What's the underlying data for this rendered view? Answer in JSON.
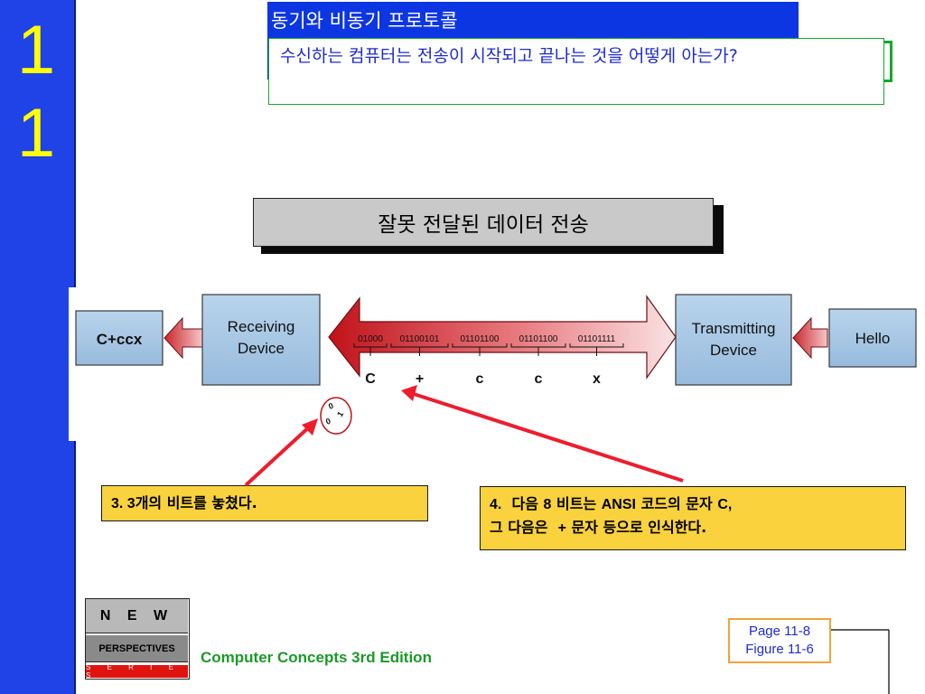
{
  "sidebar": {
    "chapter_digits": [
      "1",
      "1"
    ],
    "color": "#1f43e6",
    "digit_color": "#ffff00"
  },
  "title": {
    "text": "동기와 비동기 프로토콜"
  },
  "question": {
    "text": "수신하는 컴퓨터는 전송이 시작되고 끝나는 것을 어떻게 아는가?"
  },
  "heading": {
    "text": "잘못 전달된 데이터 전송"
  },
  "diagram": {
    "output_label": "C+ccx",
    "receiver_label_lines": [
      "Receiving",
      "Device"
    ],
    "transmitter_label_lines": [
      "Transmitting",
      "Device"
    ],
    "input_label": "Hello",
    "bit_groups": [
      "01000",
      "01100101",
      "01101100",
      "01101100",
      "01101111"
    ],
    "decoded_chars": [
      "C",
      "+",
      "c",
      "c",
      "x"
    ],
    "lost_bits": [
      "0",
      "1",
      "0"
    ],
    "colors": {
      "box_fill": "#a8c8e4",
      "arrow_red": "#c0121a",
      "pointer_red": "#ee1c2c"
    }
  },
  "callouts": {
    "three": {
      "number": "3. 3",
      "text": "개의 비트를 놓쳤다."
    },
    "four": {
      "number": "4.",
      "part1": "다음",
      "bold1": "8",
      "part2": "비트는",
      "bold2": "ANSI",
      "part3": "코드의 문자",
      "bold3": "C,",
      "line2a": "그 다음은",
      "bold4": "+",
      "line2b": "문자 등으로 인식한다."
    }
  },
  "footer": {
    "logo": {
      "new": "N E W",
      "perspectives": "PERSPECTIVES",
      "series": "S E R I E S"
    },
    "book_title": "Computer Concepts 3rd Edition",
    "page_ref": "Page 11-8",
    "figure_ref": "Figure 11-6",
    "title_color": "#1a9a28"
  }
}
